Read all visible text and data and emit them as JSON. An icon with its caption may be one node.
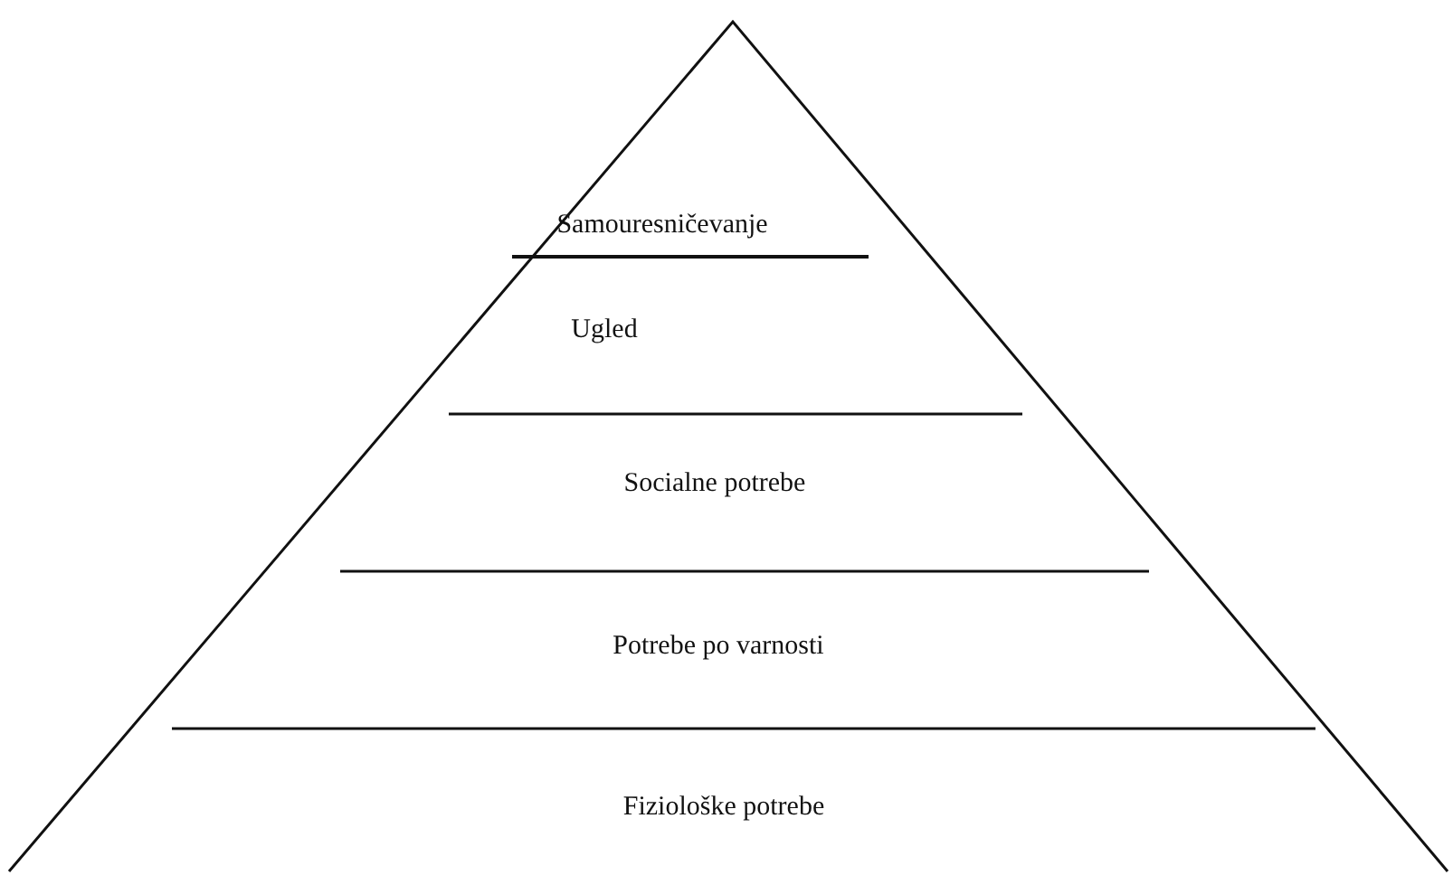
{
  "diagram": {
    "nodes": [
      {
        "text": [
          "Samouresničevanje"
        ]
      },
      {
        "text": [
          "Ugled"
        ]
      },
      {
        "text": [
          "Socialne potrebe"
        ]
      },
      {
        "text": [
          "Potrebe po varnosti"
        ]
      },
      {
        "text": [
          "Fiziološke potrebe"
        ]
      }
    ]
  }
}
